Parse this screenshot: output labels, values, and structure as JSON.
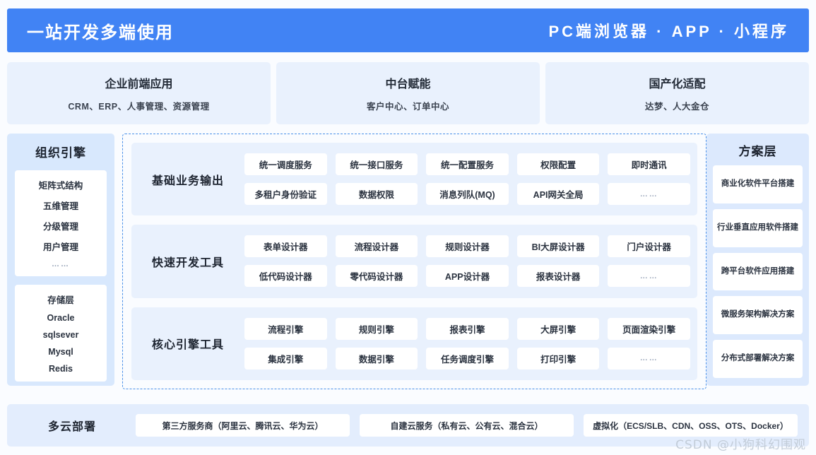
{
  "header": {
    "left_title": "一站开发多端使用",
    "right_title": "PC端浏览器 · APP · 小程序",
    "bar_color": "#4183f4"
  },
  "apps": [
    {
      "title": "企业前端应用",
      "subtitle": "CRM、ERP、人事管理、资源管理"
    },
    {
      "title": "中台赋能",
      "subtitle": "客户中心、订单中心"
    },
    {
      "title": "国产化适配",
      "subtitle": "达梦、人大金仓"
    }
  ],
  "org_panel": {
    "title": "组织引擎",
    "groups": [
      {
        "items": [
          "矩阵式结构",
          "五维管理",
          "分级管理",
          "用户管理",
          "……"
        ]
      },
      {
        "items": [
          "存储层",
          "Oracle",
          "sqlsever",
          "Mysql",
          "Redis"
        ]
      }
    ]
  },
  "center": {
    "border_color": "#4a90e8",
    "groups": [
      {
        "label": "基础业务输出",
        "items": [
          "统一调度服务",
          "统一接口服务",
          "统一配置服务",
          "权限配置",
          "即时通讯",
          "多租户身份验证",
          "数据权限",
          "消息列队(MQ)",
          "API网关全局",
          "……"
        ]
      },
      {
        "label": "快速开发工具",
        "items": [
          "表单设计器",
          "流程设计器",
          "规则设计器",
          "BI大屏设计器",
          "门户设计器",
          "低代码设计器",
          "零代码设计器",
          "APP设计器",
          "报表设计器",
          "……"
        ]
      },
      {
        "label": "核心引擎工具",
        "items": [
          "流程引擎",
          "规则引擎",
          "报表引擎",
          "大屏引擎",
          "页面渲染引擎",
          "集成引擎",
          "数据引擎",
          "任务调度引擎",
          "打印引擎",
          "……"
        ]
      }
    ]
  },
  "solution_panel": {
    "title": "方案层",
    "items": [
      "商业化软件平台搭建",
      "行业垂直应用软件搭建",
      "跨平台软件应用搭建",
      "微服务架构解决方案",
      "分布式部署解决方案"
    ]
  },
  "deploy": {
    "label": "多云部署",
    "items": [
      "第三方服务商（阿里云、腾讯云、华为云）",
      "自建云服务（私有云、公有云、混合云）",
      "虚拟化（ECS/SLB、CDN、OSS、OTS、Docker）"
    ]
  },
  "watermark": "CSDN @小狗科幻围观"
}
